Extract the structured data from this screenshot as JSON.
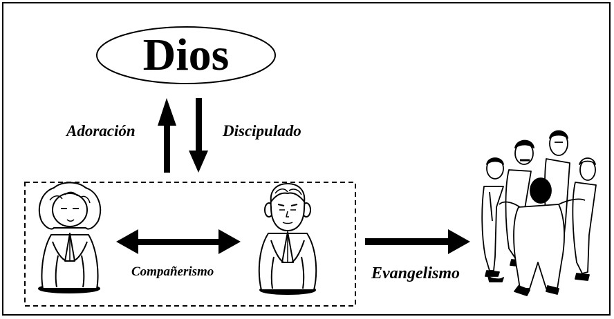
{
  "diagram": {
    "god_label": "Dios",
    "worship_label": "Adoración",
    "discipleship_label": "Discipulado",
    "fellowship_label": "Compañerismo",
    "evangelism_label": "Evangelismo"
  },
  "icons": {
    "left_person": "praying-kneeling-woman-icon",
    "right_person": "praying-kneeling-man-icon",
    "group": "group-of-men-praying-icon"
  }
}
